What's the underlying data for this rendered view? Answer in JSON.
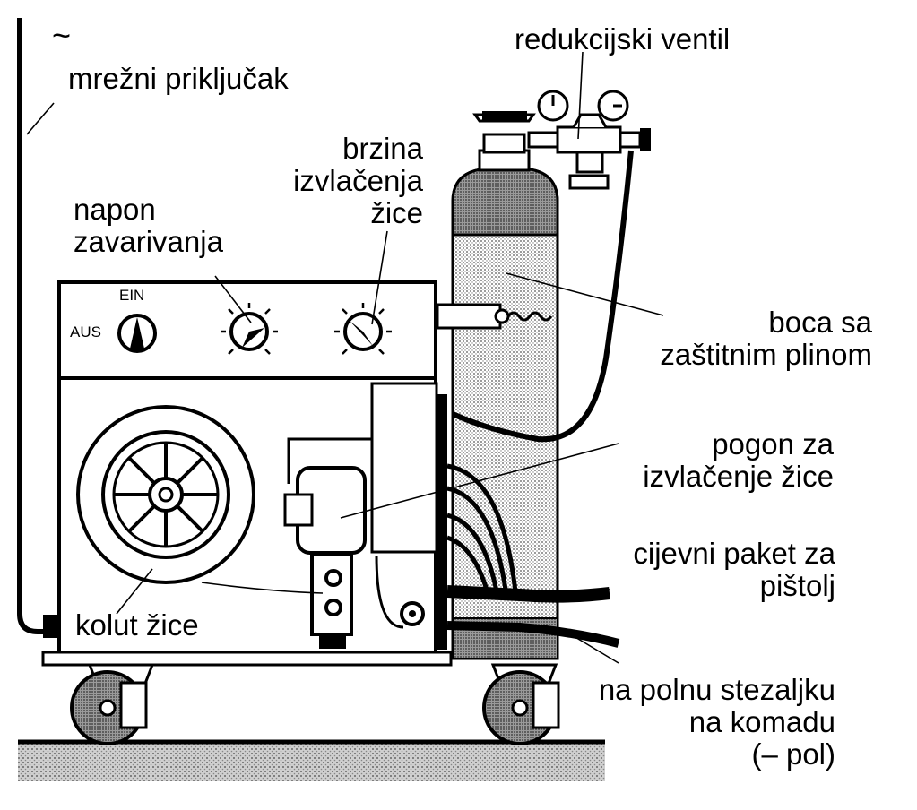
{
  "labels": {
    "tilde": "~",
    "mains": "mrežni priključak",
    "reducer": "redukcijski ventil",
    "wire_speed": [
      "brzina",
      "izvlačenja",
      "žice"
    ],
    "voltage": [
      "napon",
      "zavarivanja"
    ],
    "cylinder": [
      "boca sa",
      "zaštitnim plinom"
    ],
    "drive": [
      "pogon za",
      "izvlačenje žice"
    ],
    "hose": [
      "cijevni paket za",
      "pištolj"
    ],
    "reel": "kolut žice",
    "clamp": [
      "na polnu stezaljku",
      "na komadu",
      "(– pol)"
    ],
    "ein": "EIN",
    "aus": "AUS"
  },
  "icons": [
    "ac-plug",
    "power-switch",
    "dial",
    "gas-cylinder",
    "pressure-gauge",
    "wire-reel",
    "motor",
    "caster-wheel"
  ]
}
